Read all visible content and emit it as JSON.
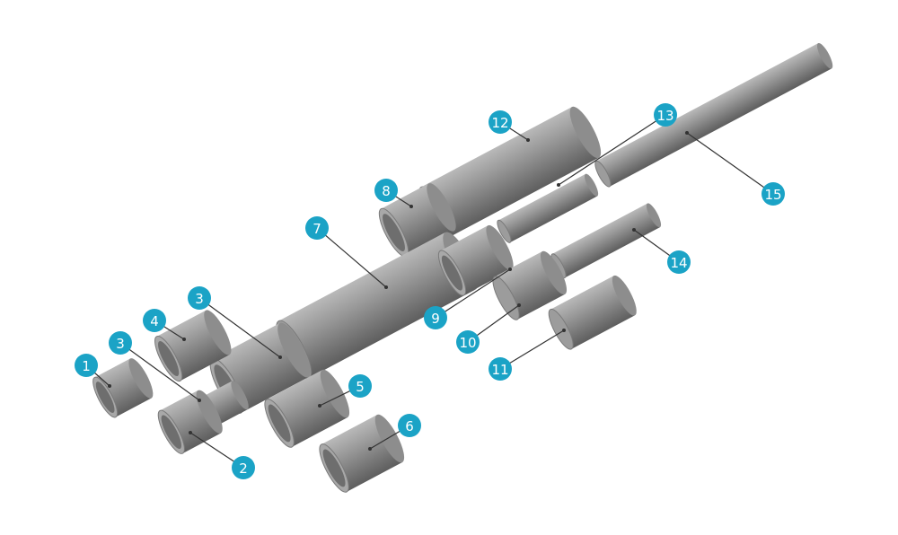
{
  "diagram": {
    "type": "exploded-view",
    "label_color": "#1ba3c6",
    "part_color": "#8a8a8a",
    "callouts": [
      {
        "id": "c1",
        "text": "1"
      },
      {
        "id": "c2",
        "text": "2"
      },
      {
        "id": "c3a",
        "text": "3"
      },
      {
        "id": "c3b",
        "text": "3"
      },
      {
        "id": "c4",
        "text": "4"
      },
      {
        "id": "c5",
        "text": "5"
      },
      {
        "id": "c6",
        "text": "6"
      },
      {
        "id": "c7",
        "text": "7"
      },
      {
        "id": "c8",
        "text": "8"
      },
      {
        "id": "c9",
        "text": "9"
      },
      {
        "id": "c10",
        "text": "10"
      },
      {
        "id": "c11",
        "text": "11"
      },
      {
        "id": "c12",
        "text": "12"
      },
      {
        "id": "c13",
        "text": "13"
      },
      {
        "id": "c14",
        "text": "14"
      },
      {
        "id": "c15",
        "text": "15"
      }
    ]
  }
}
